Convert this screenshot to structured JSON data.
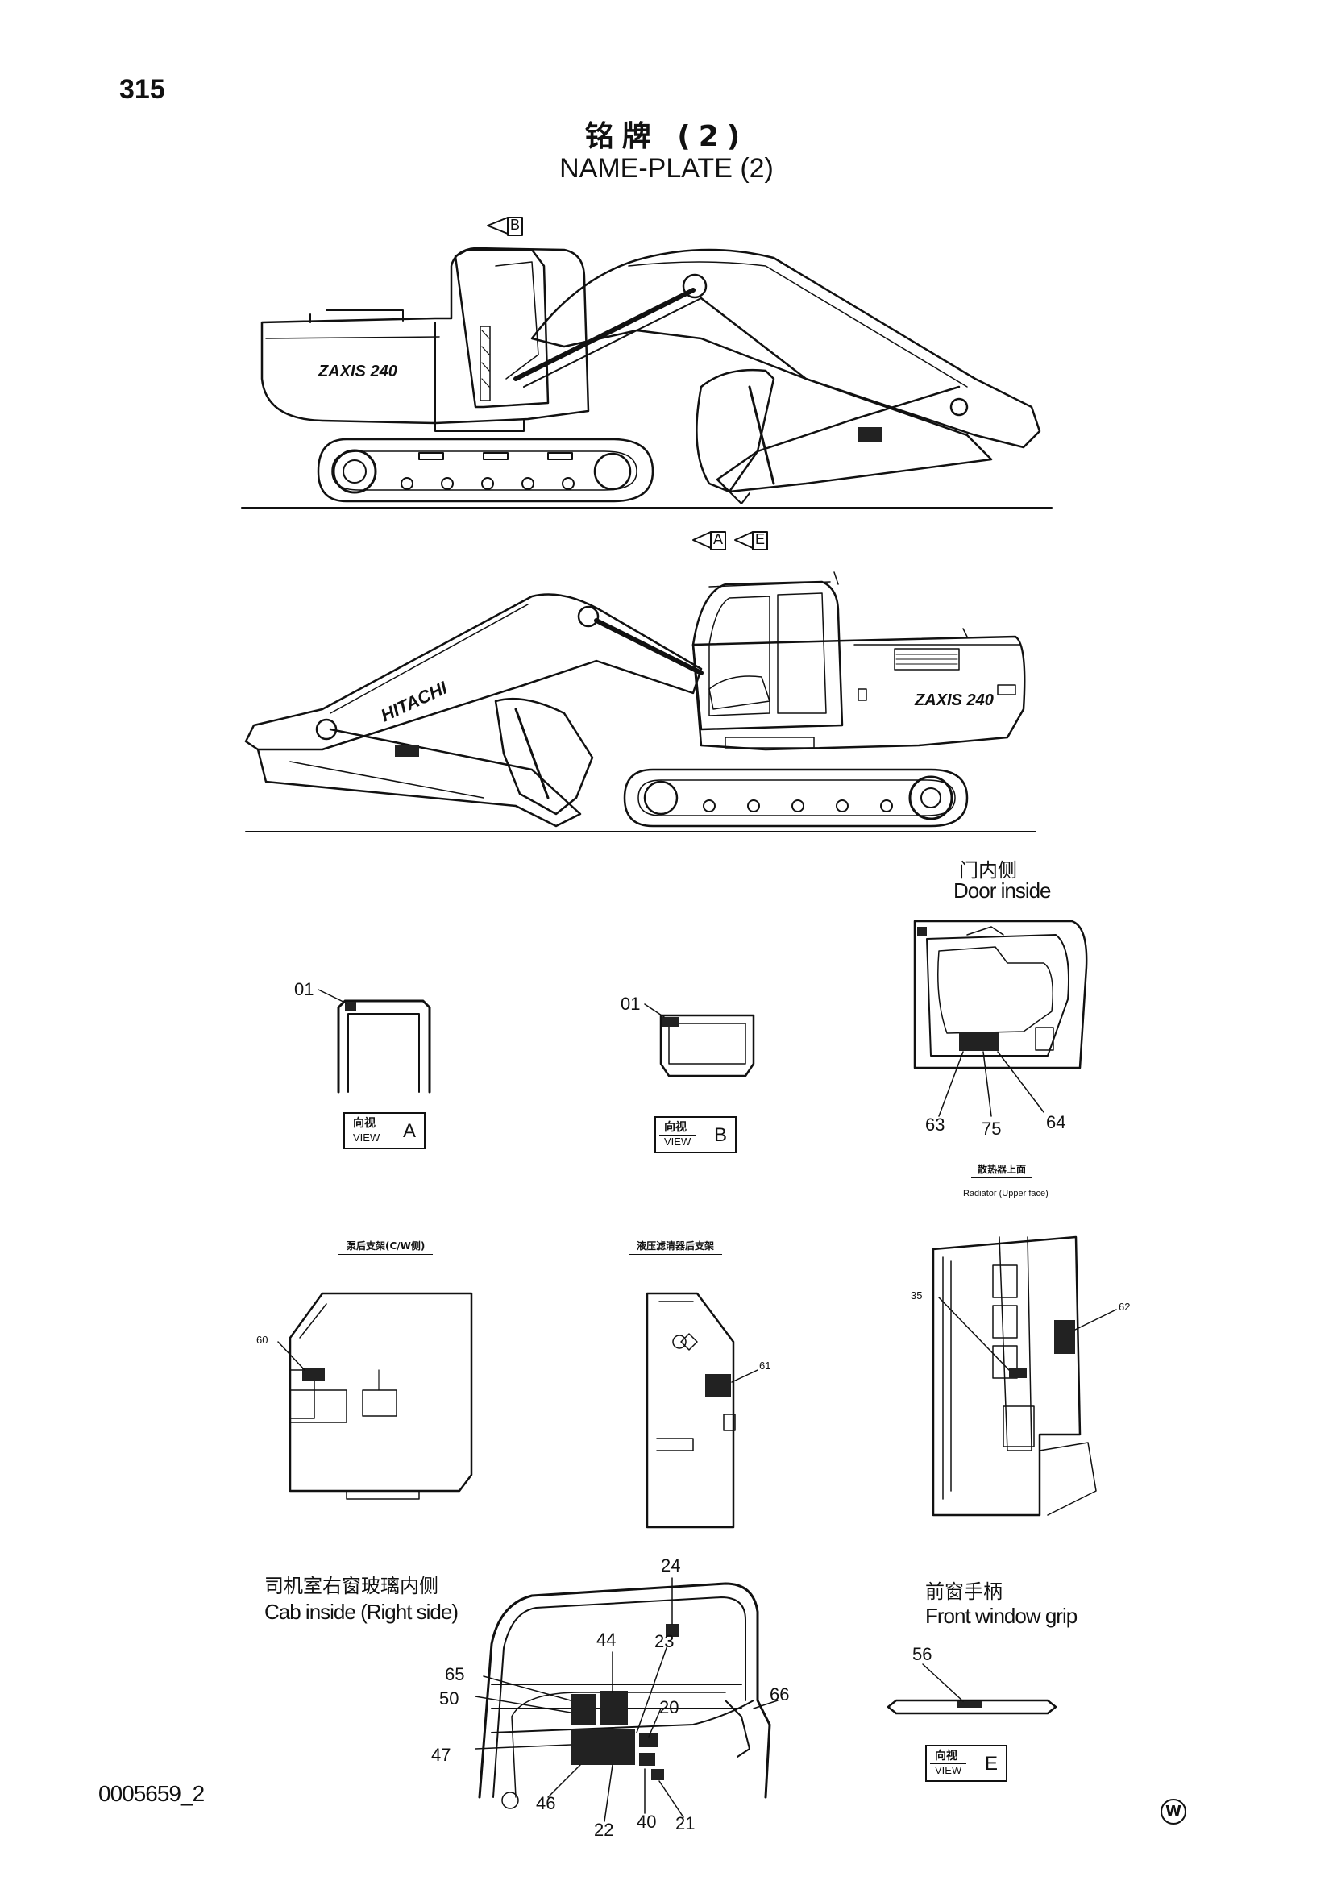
{
  "page": {
    "number": "315"
  },
  "title": {
    "cn": "铭牌 (2)",
    "en": "NAME-PLATE (2)"
  },
  "arrows": {
    "top": "B",
    "mid_a": "A",
    "mid_e": "E"
  },
  "machine": {
    "model_text": "ZAXIS 240",
    "brand_text": "HITACHI"
  },
  "door": {
    "label_cn": "门内侧",
    "label_en": "Door inside",
    "callouts": [
      "63",
      "75",
      "64"
    ]
  },
  "view_a": {
    "callout": "01",
    "view_cn": "向视",
    "view_en": "VIEW",
    "letter": "A"
  },
  "view_b": {
    "callout": "01",
    "view_cn": "向视",
    "view_en": "VIEW",
    "letter": "B"
  },
  "radiator": {
    "label_cn": "散热器上面",
    "label_en": "Radiator (Upper face)",
    "callouts": [
      "35",
      "62"
    ]
  },
  "cw_bracket": {
    "label_cn": "泵后支架(C/W侧)",
    "callout": "60"
  },
  "filter_bracket": {
    "label_cn": "液压滤清器后支架",
    "callout": "61"
  },
  "cab": {
    "label_cn": "司机室右窗玻璃内侧",
    "label_en": "Cab inside (Right side)",
    "callouts": [
      "24",
      "65",
      "44",
      "23",
      "50",
      "20",
      "66",
      "47",
      "46",
      "22",
      "40",
      "21"
    ]
  },
  "front_grip": {
    "label_cn": "前窗手柄",
    "label_en": "Front window grip",
    "callout": "56",
    "view_cn": "向视",
    "view_en": "VIEW",
    "letter": "E"
  },
  "footer": {
    "doc_number": "0005659_2",
    "mark": "W"
  }
}
